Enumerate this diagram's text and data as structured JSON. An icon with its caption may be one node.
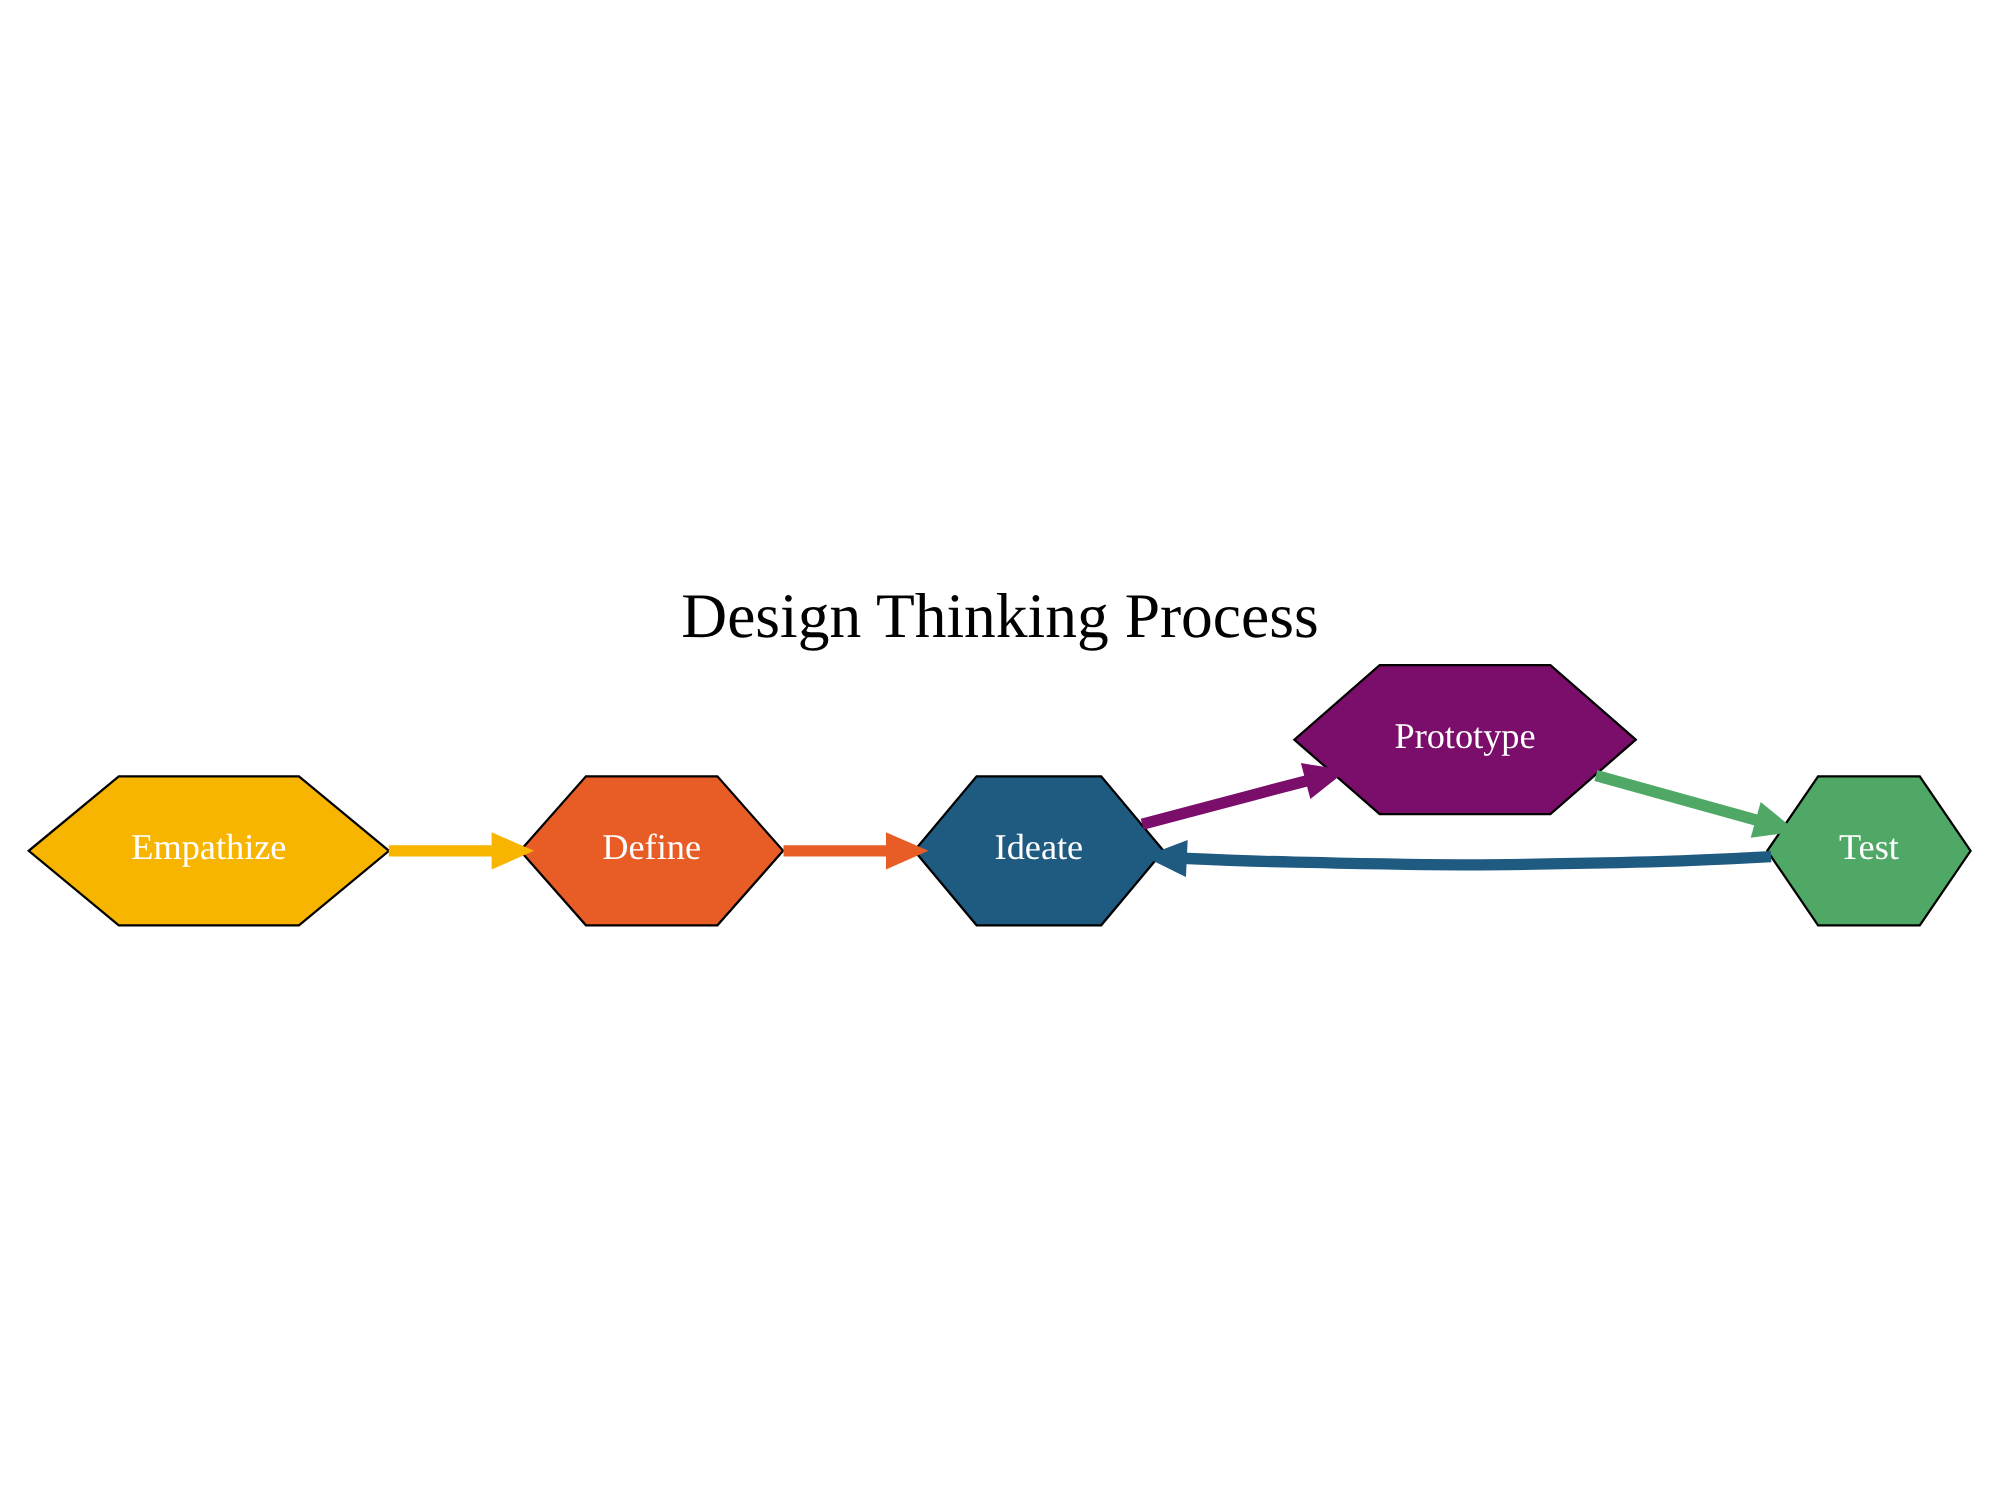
{
  "diagram": {
    "title": "Design Thinking Process",
    "nodes": [
      {
        "text": [
          "Empathize"
        ]
      },
      {
        "text": [
          "Define"
        ]
      },
      {
        "text": [
          "Ideate"
        ]
      },
      {
        "text": [
          "Prototype"
        ]
      },
      {
        "text": [
          "Test"
        ]
      }
    ],
    "edges": [
      {
        "from": 0,
        "to": 1,
        "arrow": "to",
        "color": "#f7b500"
      },
      {
        "from": 1,
        "to": 2,
        "arrow": "to",
        "color": "#e85d26"
      },
      {
        "from": 2,
        "to": 3,
        "arrow": "to",
        "color": "#7b0d6b"
      },
      {
        "from": 3,
        "to": 4,
        "arrow": "to",
        "color": "#4fa866"
      },
      {
        "from": 4,
        "to": 2,
        "arrow": "to",
        "color": "#1f5a80"
      }
    ]
  }
}
